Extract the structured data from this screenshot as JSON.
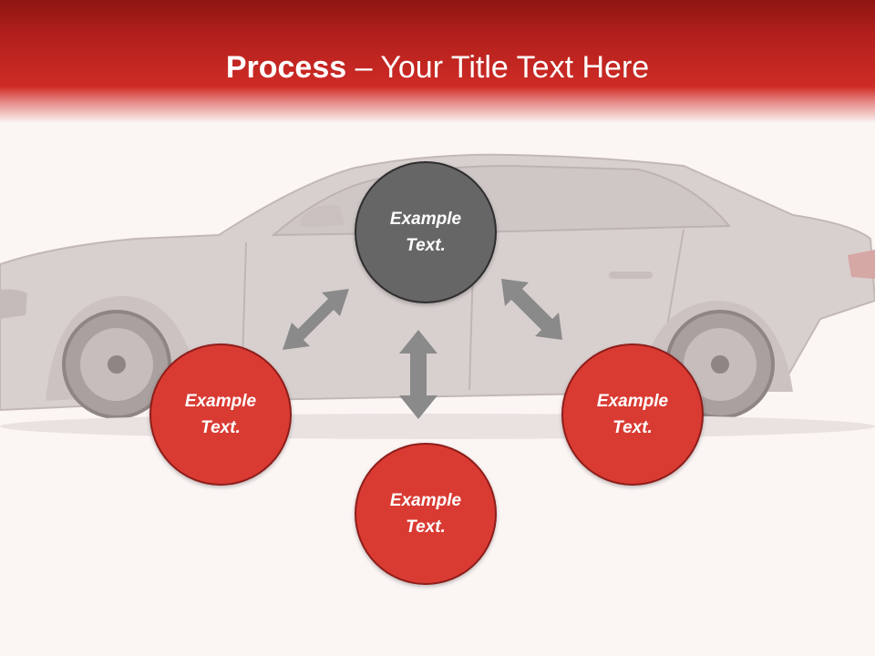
{
  "slide": {
    "title_bold": "Process",
    "title_rest": " – Your Title Text Here"
  },
  "nodes": {
    "top": "Example Text.",
    "left": "Example Text.",
    "right": "Example Text.",
    "bottom": "Example Text."
  },
  "colors": {
    "header_red": "#cf2b26",
    "node_red": "#d93b33",
    "node_gray": "#666666",
    "arrow_gray": "#8a8a8a",
    "background": "#fbf5f4"
  }
}
